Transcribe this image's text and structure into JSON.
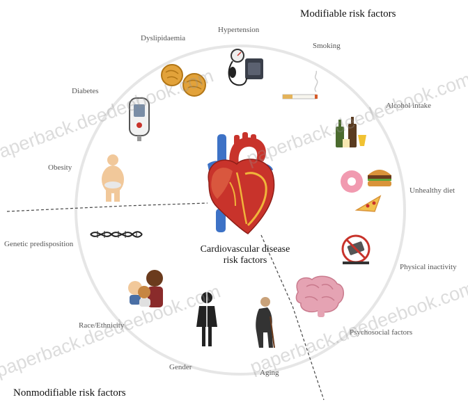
{
  "headings": {
    "modifiable": "Modifiable risk factors",
    "nonmodifiable": "Nonmodifiable risk factors",
    "center_line1": "Cardiovascular disease",
    "center_line2": "risk factors"
  },
  "factors": {
    "hypertension": "Hypertension",
    "dyslipidaemia": "Dyslipidaemia",
    "smoking": "Smoking",
    "diabetes": "Diabetes",
    "alcohol": "Alcohol intake",
    "obesity": "Obesity",
    "unhealthy_diet": "Unhealthy diet",
    "genetic": "Genetic predisposition",
    "physical_inactivity": "Physical inactivity",
    "race": "Race/Ethnicity",
    "psychosocial": "Psychosocial factors",
    "gender": "Gender",
    "aging": "Aging"
  },
  "watermark": "paperback.deedeebook.com",
  "colors": {
    "heart_red": "#c8332b",
    "heart_blue": "#3d72c6",
    "circle": "#e6e6e6",
    "divider": "#444444"
  }
}
